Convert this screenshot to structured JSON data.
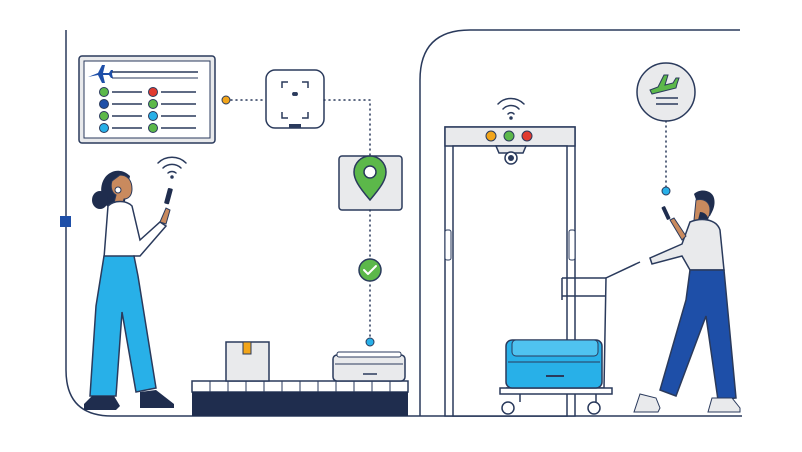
{
  "scene": {
    "description_free": true,
    "colors": {
      "navy": "#1f2d4e",
      "line": "#2a3a5c",
      "blue": "#1e4fa8",
      "cyan": "#28b0e8",
      "green": "#5cb84a",
      "red": "#e03a2f",
      "orange": "#f2a51a",
      "gray": "#e9eaec",
      "sky": "#4fc3f0",
      "skin": "#c98a5e"
    },
    "icons": [
      "flight-board-icon",
      "airplane-icon",
      "wifi-icon",
      "face-scan-icon",
      "location-pin-icon",
      "checkmark-icon",
      "package-icon",
      "security-camera-icon",
      "traffic-lights-icon",
      "airplane-departure-icon"
    ],
    "flight_board": {
      "rows": [
        {
          "left_dot": "green",
          "right_dot": "red"
        },
        {
          "left_dot": "blue",
          "right_dot": "green"
        },
        {
          "left_dot": "green",
          "right_dot": "cyan"
        },
        {
          "left_dot": "cyan",
          "right_dot": "green"
        }
      ]
    },
    "gate_lights": [
      "orange",
      "green",
      "red"
    ]
  }
}
